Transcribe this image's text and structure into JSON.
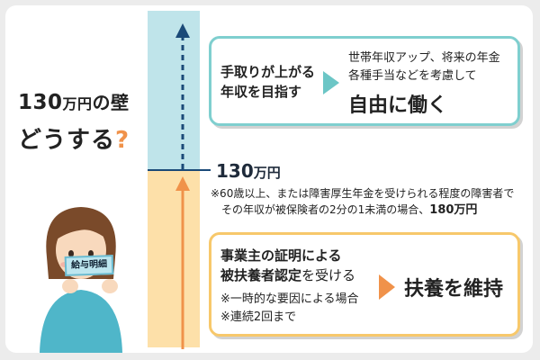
{
  "title": {
    "line1_num": "130",
    "line1_unit": "万円",
    "line1_rest": "の壁",
    "line2_text": "どうする",
    "line2_q": "?"
  },
  "threshold": {
    "value": "130",
    "unit": "万円",
    "note_line1": "※60歳以上、または障害厚生年金を受けられる程度の障害者で",
    "note_line2": "その年収が被保険者の2分の1未満の場合、",
    "note_line2_bold": "180万円"
  },
  "upper_box": {
    "left_line1": "手取りが上がる",
    "left_line2": "年収を目指す",
    "right_line1": "世帯年収アップ、将来の年金",
    "right_line2": "各種手当などを考慮して",
    "right_big": "自由に働く"
  },
  "lower_box": {
    "line1": "事業主の証明による",
    "line2_bold": "被扶養者認定",
    "line2_rest": "を受ける",
    "note1": "※一時的な要因による場合",
    "note2": "※連続2回まで",
    "result": "扶養を維持"
  },
  "payslip": {
    "label": "給与明細"
  },
  "colors": {
    "teal": "#7fcfcf",
    "orange": "#f7c86b",
    "arrow_navy": "#1b4a78",
    "arrow_orange": "#f0924a"
  }
}
